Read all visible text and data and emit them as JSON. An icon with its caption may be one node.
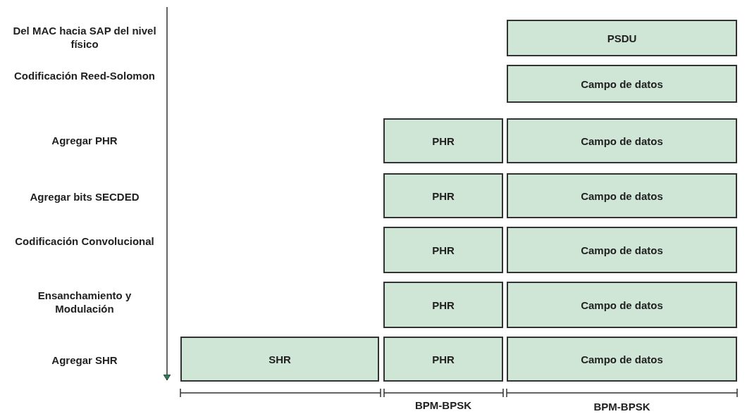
{
  "diagram": {
    "nodes": [
      {
        "text": [
          "PSDU"
        ]
      },
      {
        "text": [
          "Campo de datos"
        ]
      },
      {
        "text": [
          "PHR"
        ]
      },
      {
        "text": [
          "Campo de datos"
        ]
      },
      {
        "text": [
          "PHR"
        ]
      },
      {
        "text": [
          "Campo de datos"
        ]
      },
      {
        "text": [
          "PHR"
        ]
      },
      {
        "text": [
          "Campo de datos"
        ]
      },
      {
        "text": [
          "PHR"
        ]
      },
      {
        "text": [
          "Campo de datos"
        ]
      },
      {
        "text": [
          "SHR"
        ]
      },
      {
        "text": [
          "PHR"
        ]
      },
      {
        "text": [
          "Campo de datos"
        ]
      }
    ],
    "labels": [
      "Del MAC hacia SAP del nivel físico",
      "Codificación Reed-Solomon",
      "Agregar PHR",
      "Agregar bits SECDED",
      "Codificación Convolucional",
      "Ensanchamiento y Modulación",
      "Agregar SHR",
      "BPM-BPSK",
      "BPM-BPSK"
    ]
  }
}
